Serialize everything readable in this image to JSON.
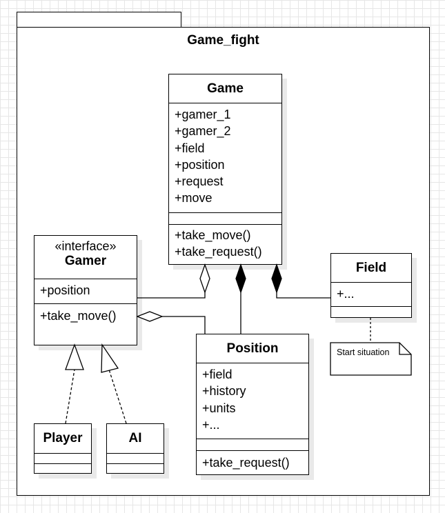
{
  "package": {
    "title": "Game_fight"
  },
  "classes": {
    "game": {
      "name": "Game",
      "attributes": [
        "+gamer_1",
        "+gamer_2",
        "+field",
        "+position",
        "+request",
        "+move"
      ],
      "methods": [
        "+take_move()",
        "+take_request()"
      ]
    },
    "gamer": {
      "stereotype": "«interface»",
      "name": "Gamer",
      "attributes": [
        "+position"
      ],
      "methods": [
        "+take_move()"
      ]
    },
    "field": {
      "name": "Field",
      "attributes": [
        "+..."
      ]
    },
    "position": {
      "name": "Position",
      "attributes": [
        "+field",
        "+history",
        "+units",
        "+..."
      ],
      "methods": [
        "+take_request()"
      ]
    },
    "player": {
      "name": "Player"
    },
    "ai": {
      "name": "AI"
    }
  },
  "note": {
    "text": "Start situation"
  }
}
